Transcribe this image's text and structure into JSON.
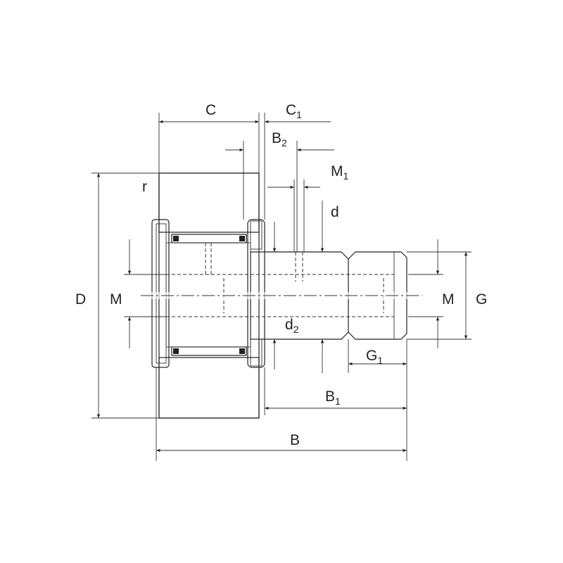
{
  "title": "Stud type track roller dimension drawing",
  "labels": {
    "C": {
      "main": "C",
      "sub": ""
    },
    "C1": {
      "main": "C",
      "sub": "1"
    },
    "B2": {
      "main": "B",
      "sub": "2"
    },
    "M1": {
      "main": "M",
      "sub": "1"
    },
    "r": {
      "main": "r",
      "sub": ""
    },
    "d": {
      "main": "d",
      "sub": ""
    },
    "D": {
      "main": "D",
      "sub": ""
    },
    "M_left": {
      "main": "M",
      "sub": ""
    },
    "d2": {
      "main": "d",
      "sub": "2"
    },
    "M_right": {
      "main": "M",
      "sub": ""
    },
    "G": {
      "main": "G",
      "sub": ""
    },
    "G1": {
      "main": "G",
      "sub": "1"
    },
    "B1": {
      "main": "B",
      "sub": "1"
    },
    "B": {
      "main": "B",
      "sub": ""
    }
  }
}
